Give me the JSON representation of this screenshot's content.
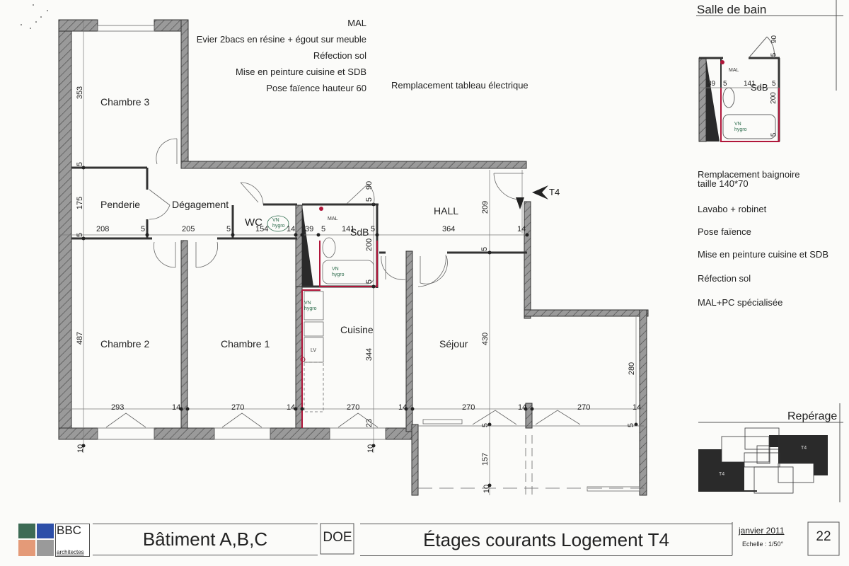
{
  "notes": {
    "kitchen_works": [
      "MAL",
      "Evier 2bacs en résine  + égout sur meuble",
      "Réfection sol",
      "Mise en peinture cuisine et SDB",
      "Pose faïence hauteur 60"
    ],
    "electrical": "Remplacement tableau électrique"
  },
  "rooms": {
    "chambre3": "Chambre 3",
    "penderie": "Penderie",
    "degagement": "Dégagement",
    "wc": "WC",
    "sdb": "SdB",
    "hall": "HALL",
    "chambre2": "Chambre 2",
    "chambre1": "Chambre 1",
    "cuisine": "Cuisine",
    "sejour": "Séjour"
  },
  "labels": {
    "mal": "MAL",
    "lv": "LV",
    "vn1": "VN",
    "vn2": "hygro",
    "t4_marker": "T4"
  },
  "dimensions": {
    "d353": "353",
    "d5a": "5",
    "d175": "175",
    "d5b": "5",
    "d208": "208",
    "d5c": "5",
    "d205": "205",
    "d5d": "5",
    "d154": "154",
    "d14a": "14",
    "d39": "39",
    "d5e": "5",
    "d141": "141",
    "d5f": "5",
    "d364": "364",
    "d14b": "14",
    "d90": "90",
    "d5g": "5",
    "d200": "200",
    "d5h": "5",
    "d209": "209",
    "d5i": "5",
    "d487": "487",
    "d344": "344",
    "d430": "430",
    "d280": "280",
    "d293": "293",
    "d14c": "14",
    "d270a": "270",
    "d14d": "14",
    "d270b": "270",
    "d14e": "14",
    "d270c": "270",
    "d14f": "14",
    "d270d": "270",
    "d14g": "14",
    "d10a": "10",
    "d23": "23",
    "d10b": "10",
    "d5j": "5",
    "d5k": "5",
    "d157": "157",
    "d10c": "10"
  },
  "sidebar": {
    "sdb_title": "Salle de bain",
    "sdb_detail": {
      "mal": "MAL",
      "d39": "39",
      "d5a": "5",
      "d141": "141",
      "sdb": "SdB",
      "d5b": "5",
      "d200": "200",
      "d90": "90",
      "d5c": "5",
      "d5d": "5",
      "vn": "VN",
      "hygro": "hygro"
    },
    "works": [
      "Remplacement baignoire",
      "taille 140*70",
      "Lavabo + robinet",
      "Pose faïence",
      "Mise en peinture cuisine et SDB",
      "Réfection sol",
      "MAL+PC spécialisée"
    ],
    "reperage_title": "Repérage",
    "reperage_t4_a": "T4",
    "reperage_t4_b": "T4"
  },
  "cartouche": {
    "logo_text": "BBC",
    "logo_sub": "architectes",
    "building": "Bâtiment A,B,C",
    "phase": "DOE",
    "title": "Étages courants Logement T4",
    "date": "janvier 2011",
    "scale": "Echelle : 1/50°",
    "page": "22"
  },
  "colors": {
    "wall": "#8a8a8a",
    "wall_dark": "#3a3a3a",
    "red": "#b0163a",
    "green": "#2a6a4a",
    "logo_green": "#3d6b55",
    "logo_blue": "#2d4fa8",
    "logo_salmon": "#e49a78",
    "logo_grey": "#9a9a9a"
  }
}
